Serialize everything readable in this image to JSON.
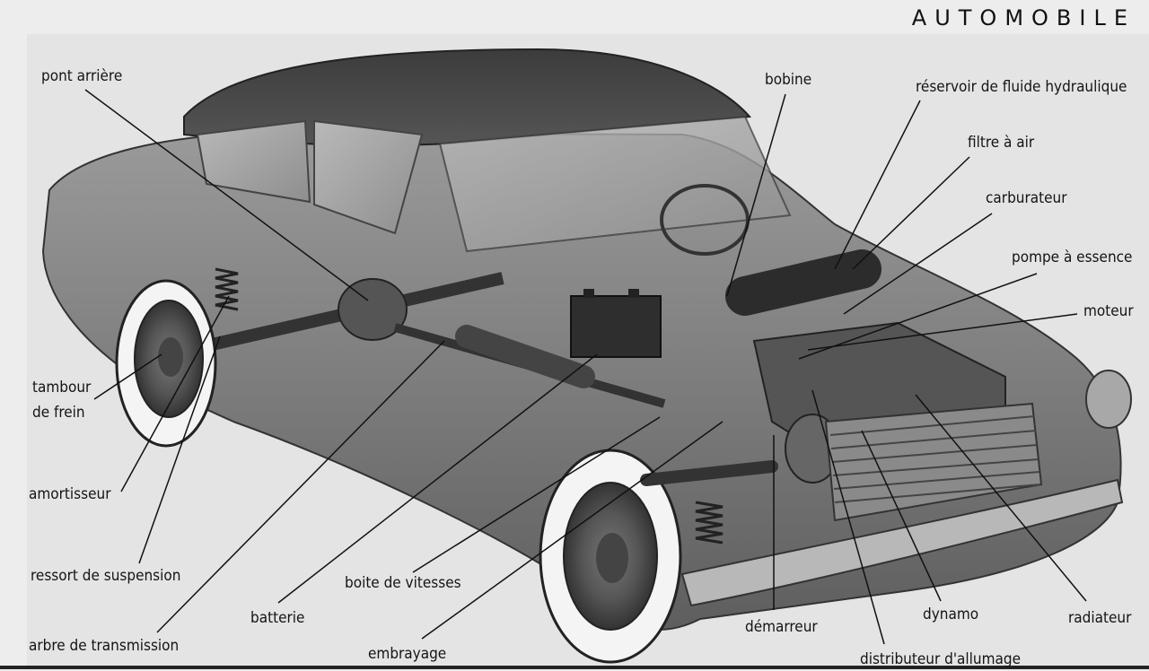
{
  "header": {
    "title": "AUTOMOBILE"
  },
  "labels": {
    "pont_arriere": "pont arrière",
    "bobine": "bobine",
    "reservoir": "réservoir de fluide hydraulique",
    "filtre": "filtre à air",
    "carburateur": "carburateur",
    "pompe": "pompe à essence",
    "moteur": "moteur",
    "tambour_1": "tambour",
    "tambour_2": "de frein",
    "amortisseur": "amortisseur",
    "ressort": "ressort de suspension",
    "arbre": "arbre de transmission",
    "boite": "boite de vitesses",
    "batterie": "batterie",
    "embrayage": "embrayage",
    "demarreur": "démarreur",
    "dynamo": "dynamo",
    "distributeur": "distributeur d'allumage",
    "radiateur": "radiateur"
  }
}
